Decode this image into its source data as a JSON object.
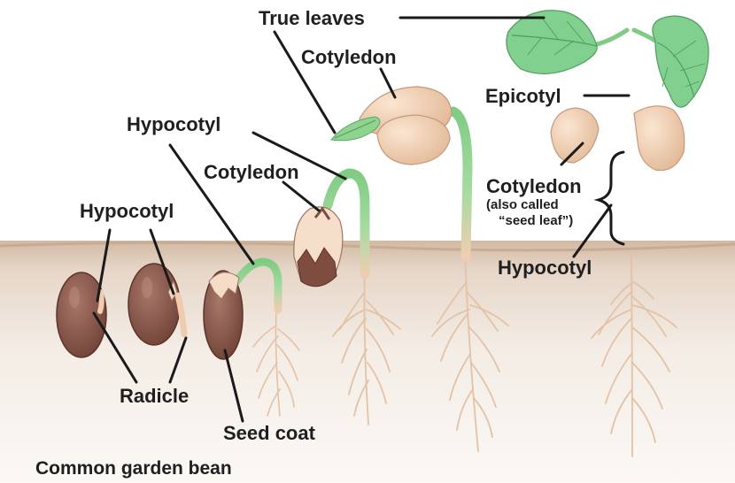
{
  "title": "Common garden bean",
  "labels": {
    "true_leaves": "True leaves",
    "cotyledon_top": "Cotyledon",
    "hypocotyl_mid": "Hypocotyl",
    "cotyledon_mid": "Cotyledon",
    "hypocotyl_left": "Hypocotyl",
    "radicle": "Radicle",
    "seed_coat": "Seed coat",
    "epicotyl": "Epicotyl",
    "cotyledon_right": "Cotyledon",
    "cotyledon_right_note1": "(also called",
    "cotyledon_right_note2": "“seed leaf”)",
    "hypocotyl_right": "Hypocotyl"
  },
  "colors": {
    "sky": "#ffffff",
    "soil_top": "#d9c2ae",
    "soil_bottom": "#f7f2ee",
    "seed_coat": "#8a5a4c",
    "cotyledon": "#f0cfb0",
    "stem": "#8fd18a",
    "leaf": "#7fcf8e",
    "root": "#e8c9ae"
  }
}
